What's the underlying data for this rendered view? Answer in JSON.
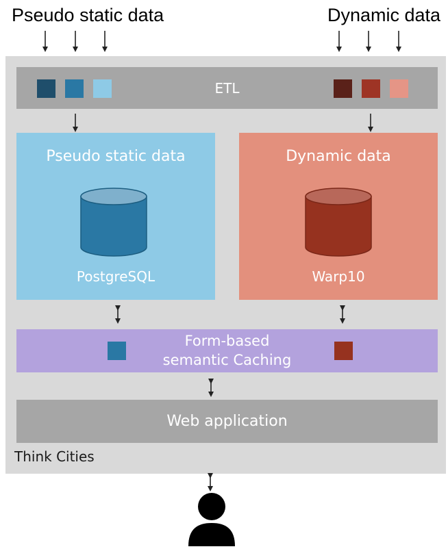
{
  "top_labels": {
    "left": "Pseudo static data",
    "right": "Dynamic data"
  },
  "etl": {
    "label": "ETL",
    "left_swatch_colors": [
      "#1f4e6b",
      "#2a78a4",
      "#8ecae6"
    ],
    "right_swatch_colors": [
      "#5a2119",
      "#9e3425",
      "#e59586"
    ]
  },
  "stores": {
    "static": {
      "title": "Pseudo static data",
      "database": "PostgreSQL",
      "box_color": "#8ecae6",
      "cylinder_color": "#2a78a4",
      "icon": "database-icon"
    },
    "dynamic": {
      "title": "Dynamic data",
      "database": "Warp10",
      "box_color": "#e3907d",
      "cylinder_color": "#96321f",
      "icon": "database-icon"
    }
  },
  "cache": {
    "line1": "Form-based",
    "line2": "semantic Caching",
    "color": "#b3a2dd",
    "left_swatch_color": "#2a78a4",
    "right_swatch_color": "#96321f"
  },
  "web_app": {
    "label": "Web application"
  },
  "frame": {
    "label": "Think Cities"
  },
  "user": {
    "icon": "user-icon"
  }
}
